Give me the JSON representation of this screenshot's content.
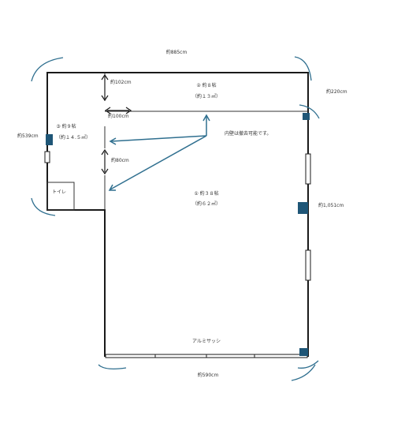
{
  "dimensions": {
    "top_width": "約885cm",
    "right_upper": "約220cm",
    "right_main": "約1,051cm",
    "left_height": "約539cm",
    "bottom_width": "約590cm",
    "gap_top": "約102cm",
    "gap_horizontal": "約100cm",
    "gap_lower": "約80cm"
  },
  "rooms": {
    "room2_name": "② 約８帖",
    "room2_area": "（約１３㎡）",
    "room3_name": "③ 約９帖",
    "room3_area": "（約１４.５㎡）",
    "main_name": "① 約３８帖",
    "main_area": "（約６２㎡）",
    "toilet": "トイレ"
  },
  "notes": {
    "partition": "内壁は撤去可能です。",
    "sash": "アルミサッシ"
  },
  "colors": {
    "wall": "#1a1a1a",
    "accent": "#2f6f8f",
    "pillar": "#1f5677"
  }
}
